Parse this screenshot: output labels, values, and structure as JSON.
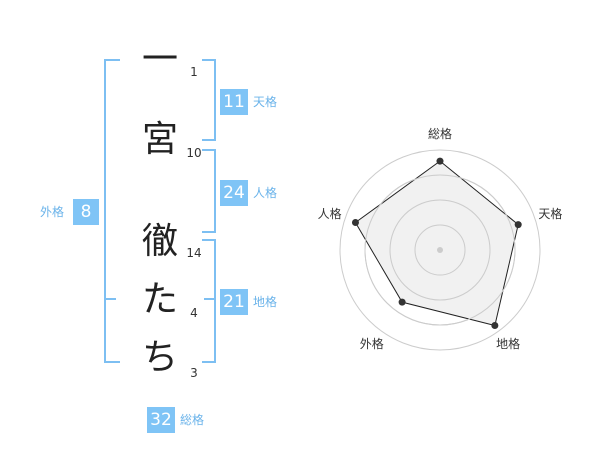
{
  "name_chars": [
    {
      "char": "一",
      "strokes": "1"
    },
    {
      "char": "宮",
      "strokes": "10"
    },
    {
      "char": "徹",
      "strokes": "14"
    },
    {
      "char": "た",
      "strokes": "4"
    },
    {
      "char": "ち",
      "strokes": "3"
    }
  ],
  "fortunes": {
    "tenkaku": {
      "value": "11",
      "label": "天格"
    },
    "jinkaku": {
      "value": "24",
      "label": "人格"
    },
    "chikaku": {
      "value": "21",
      "label": "地格"
    },
    "gaikaku": {
      "value": "8",
      "label": "外格"
    },
    "soukaku": {
      "value": "32",
      "label": "総格"
    }
  },
  "chart_data": {
    "type": "radar",
    "axes": [
      "総格",
      "天格",
      "地格",
      "外格",
      "人格"
    ],
    "values": [
      4.0,
      3.7,
      4.2,
      2.9,
      4.0
    ],
    "max": 4.5,
    "rings": 4,
    "colors": {
      "fill": "#efefef",
      "line": "#222222",
      "grid": "#cccccc"
    }
  }
}
